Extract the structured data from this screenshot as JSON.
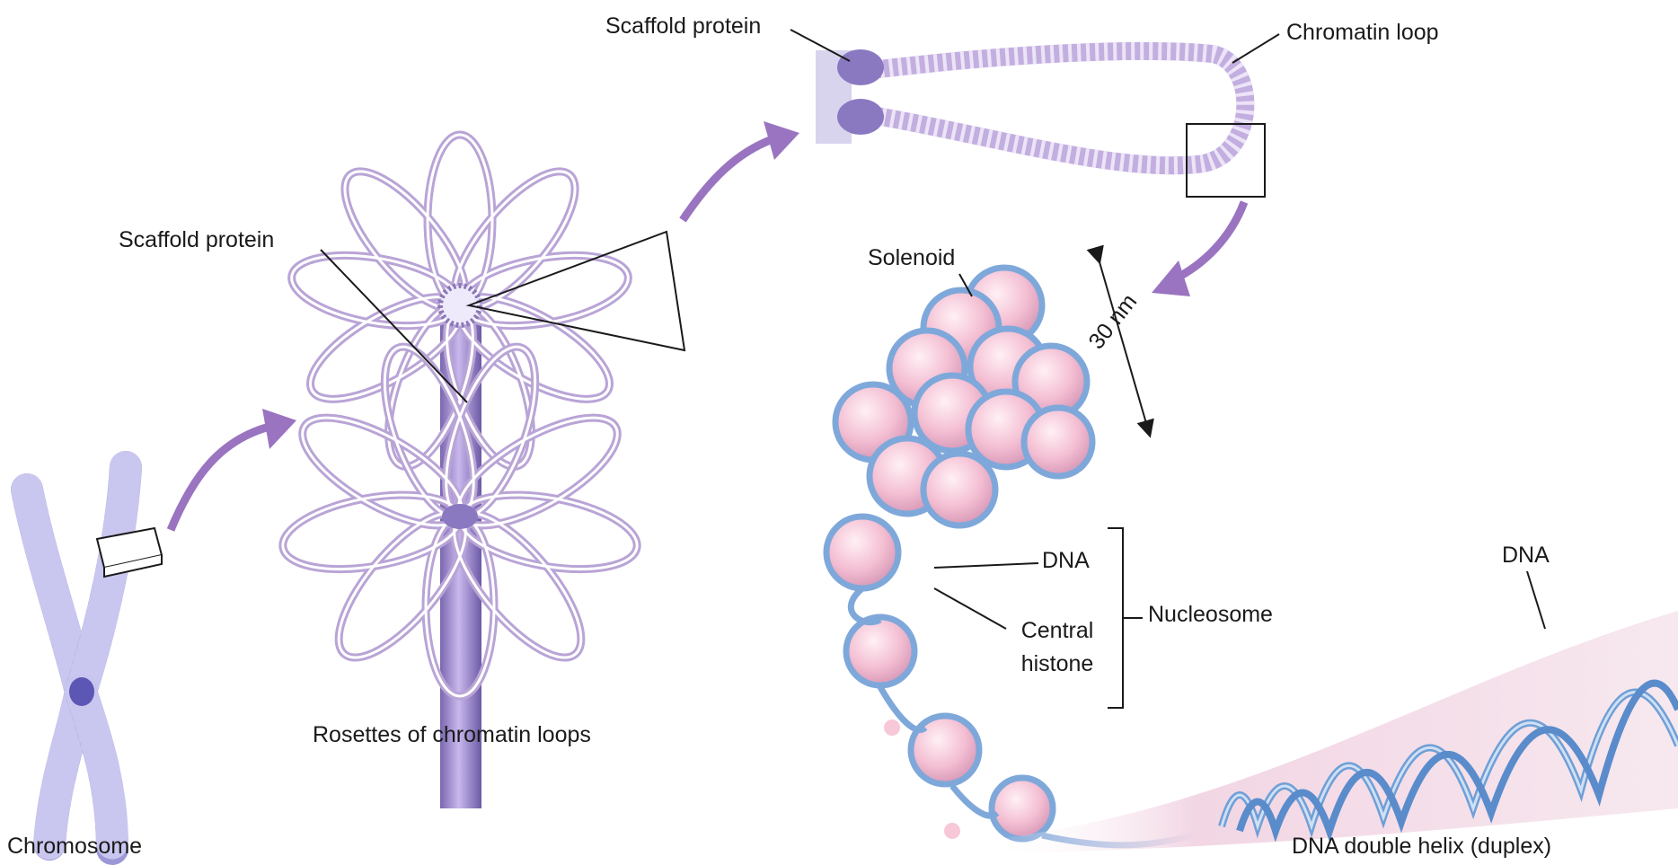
{
  "labels": {
    "chromosome": "Chromosome",
    "rosettes": "Rosettes of chromatin loops",
    "scaffold_protein_left": "Scaffold protein",
    "scaffold_protein_top": "Scaffold protein",
    "chromatin_loop": "Chromatin loop",
    "solenoid": "Solenoid",
    "size_30nm": "30 nm",
    "dna_nucleosome": "DNA",
    "central_histone_line1": "Central",
    "central_histone_line2": "histone",
    "nucleosome": "Nucleosome",
    "dna_helix": "DNA",
    "dna_double_helix": "DNA double helix (duplex)"
  },
  "colors": {
    "chromosome": "#9d9ad6",
    "chromatin": "#b9a4d6",
    "chromatin_dark": "#8a76b8",
    "scaffold": "#8a78c0",
    "arrow": "#9a74c0",
    "nucleosome_core": "#f7c8d8",
    "dna_strand": "#6f9fd6",
    "helix_bg": "#f6e3ec"
  }
}
